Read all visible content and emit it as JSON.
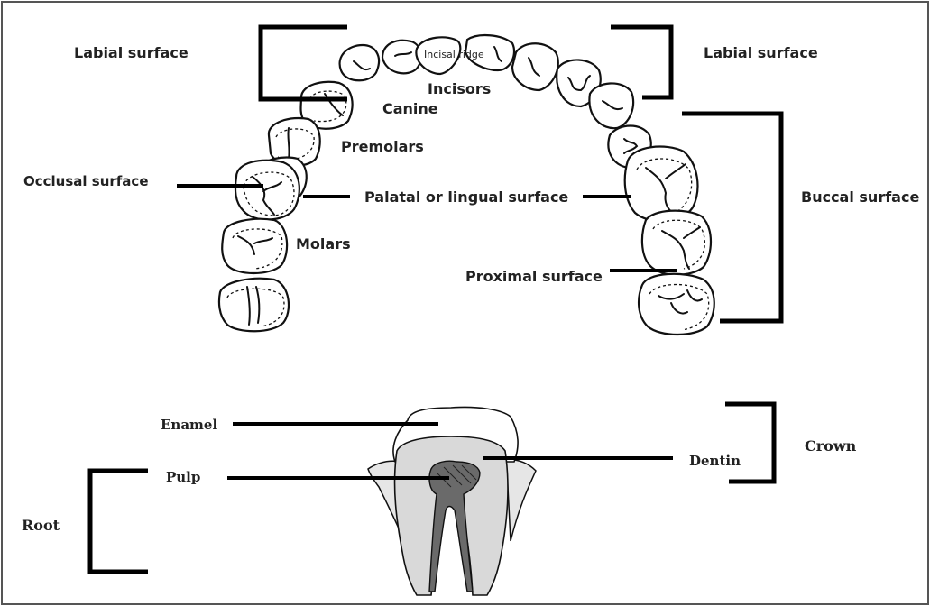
{
  "arch_labels": {
    "labial_left": "Labial surface",
    "labial_right": "Labial surface",
    "incisal_ridge": "Incisal ridge",
    "incisors": "Incisors",
    "canine": "Canine",
    "premolars": "Premolars",
    "occlusal": "Occlusal surface",
    "palatal": "Palatal or lingual surface",
    "buccal": "Buccal surface",
    "molars": "Molars",
    "proximal": "Proximal surface"
  },
  "tooth_labels": {
    "enamel": "Enamel",
    "dentin": "Dentin",
    "crown": "Crown",
    "pulp": "Pulp",
    "root": "Root"
  },
  "colors": {
    "frame": "#555555",
    "line": "#000000",
    "dentin_fill": "#d9d9d9",
    "pulp_fill": "#6a6a6a",
    "bone_fill": "#e6e6e6"
  }
}
